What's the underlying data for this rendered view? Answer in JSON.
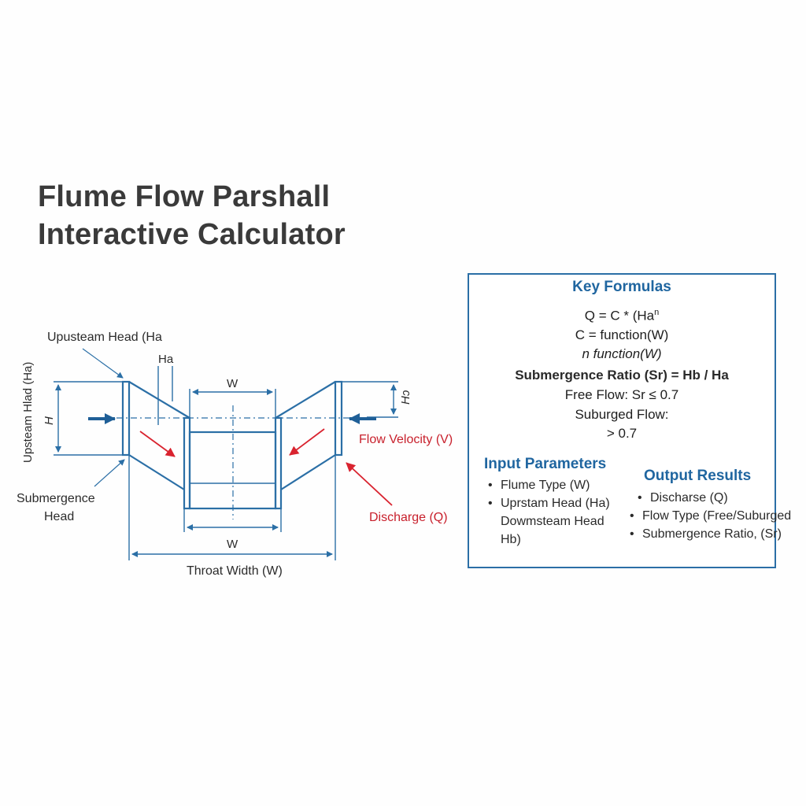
{
  "title": {
    "line1": "Flume Flow Parshall",
    "line2": "Interactive Calculator"
  },
  "diagram": {
    "labels": {
      "upstream_head_top": "Upusteam Head (Ha",
      "upstream_head_side": "Upsteam Hlad (Ha)",
      "h_left": "H",
      "ha_small": "Ha",
      "w_top": "W",
      "h_right": "Hↄ",
      "flow_velocity": "Flow Velocity (V)",
      "submergence_head_line1": "Submergence",
      "submergence_head_line2": "Head",
      "discharge": "Discharge (Q)",
      "w_bottom": "W",
      "throat_width": "Throat Width (W)"
    },
    "colors": {
      "structure": "#2b6fa6",
      "arrow_red": "#d9232f",
      "label_red": "#c8202c",
      "text": "#2b2b2b"
    }
  },
  "formulas": {
    "heading": "Key Formulas",
    "lines": [
      "Q = C * (Ha",
      "C = function(W)",
      "n  function(W)",
      "Submergence Ratio (Sr) = Hb / Ha",
      "Free Flow: Sr ≤ 0.7",
      "Suburged Flow:",
      "> 0.7"
    ],
    "superscript": "n"
  },
  "inputs": {
    "heading": "Input Parameters",
    "items": [
      "Flume Type (W)",
      "Uprstam Head (Ha)"
    ],
    "continuation": [
      "Dowmsteam Head",
      "Hb)"
    ]
  },
  "outputs": {
    "heading": "Output Results",
    "items": [
      "Discharse (Q)",
      "Flow Type (Free/Suburged",
      "Submergence Ratio, (Sr)"
    ]
  }
}
